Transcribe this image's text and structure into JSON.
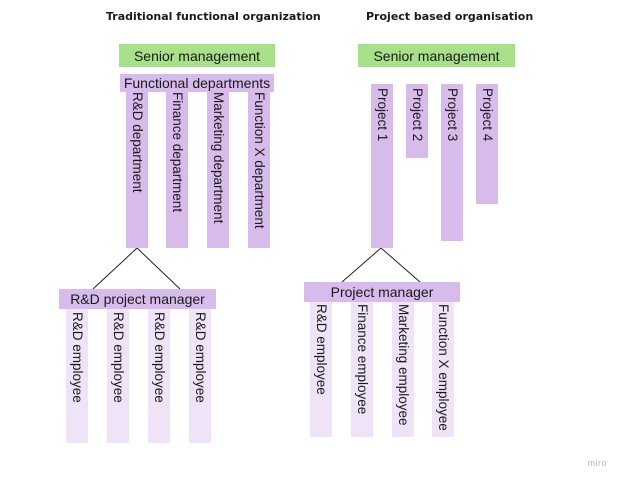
{
  "left": {
    "title": "Traditional functional organization",
    "senior": "Senior management",
    "functional": "Functional departments",
    "departments": [
      "R&D department",
      "Finance department",
      "Marketing department",
      "Function X department"
    ],
    "manager": "R&D project manager",
    "employees": [
      "R&D employee",
      "R&D employee",
      "R&D employee",
      "R&D employee"
    ]
  },
  "right": {
    "title": "Project based organisation",
    "senior": "Senior management",
    "projects": [
      "Project 1",
      "Project 2",
      "Project 3",
      "Project 4"
    ],
    "manager": "Project manager",
    "employees": [
      "R&D employee",
      "Finance employee",
      "Marketing employee",
      "Function X employee"
    ]
  },
  "brand": "miro",
  "colors": {
    "green": "#a9e08a",
    "purple": "#d7bbeb",
    "light_purple": "#efe4f7"
  }
}
